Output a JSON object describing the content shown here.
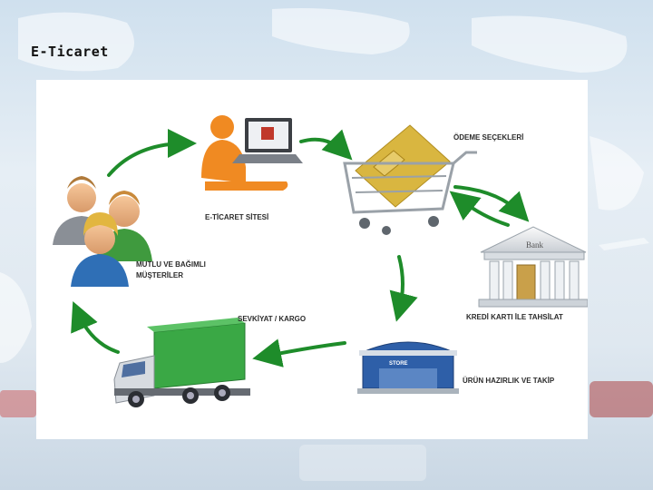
{
  "slide": {
    "title": "E-Ticaret"
  },
  "diagram": {
    "labels": {
      "ecommerce_site": "E-TİCARET SİTESİ",
      "payment_options": "ÖDEME SEÇEKLERİ",
      "customers_line1": "MUTLU VE BAĞIMLI",
      "customers_line2": "MÜŞTERİLER",
      "shipping": "SEVKİYAT / KARGO",
      "credit_card": "KREDİ KARTI İLE TAHSİLAT",
      "product_prep": "ÜRÜN HAZIRLIK VE TAKİP"
    },
    "icon_text": {
      "store_sign": "STORE",
      "bank_sign": "Bank"
    },
    "colors": {
      "arrow": "#1e8c2a",
      "truck_cargo": "#3aa845",
      "card": "#d9b640"
    }
  }
}
